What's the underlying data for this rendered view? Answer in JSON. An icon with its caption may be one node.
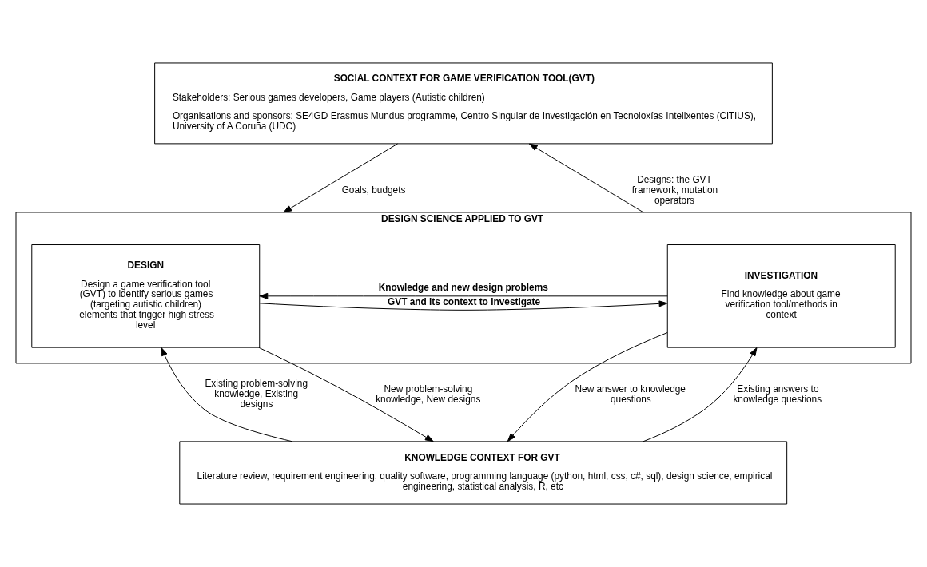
{
  "diagram": {
    "nodes": [
      {
        "text": [
          "SOCIAL CONTEXT FOR GAME VERIFICATION TOOL(GVT)",
          "Stakeholders: Serious games developers, Game players (Autistic children)",
          "Organisations and sponsors: SE4GD Erasmus Mundus programme, Centro Singular de Investigación en Tecnoloxías Intelixentes (CiTIUS), University of A Coruña (UDC)"
        ]
      },
      {
        "text": [
          "DESIGN SCIENCE APPLIED TO GVT"
        ]
      },
      {
        "text": [
          "DESIGN",
          "Design a game verification tool (GVT) to identify serious games (targeting autistic children) elements that trigger high stress level"
        ],
        "in": 1
      },
      {
        "text": [
          "INVESTIGATION",
          "Find knowledge about game verification tool/methods in context"
        ],
        "in": 1
      },
      {
        "text": [
          "KNOWLEDGE CONTEXT FOR GVT",
          "Literature review, requirement engineering, quality software, programming language (python, html, css, c#, sql), design science, empirical engineering, statistical analysis, R, etc"
        ]
      }
    ],
    "edges": [
      {
        "from": 0,
        "to": 1,
        "arrow": "to",
        "label": "Goals, budgets"
      },
      {
        "from": 1,
        "to": 0,
        "arrow": "to",
        "label": "Designs: the GVT framework, mutation operators"
      },
      {
        "from": 2,
        "to": 3,
        "arrow": "to",
        "label": "GVT and its context to investigate"
      },
      {
        "from": 3,
        "to": 2,
        "arrow": "to",
        "label": "Knowledge and new design problems"
      },
      {
        "from": 4,
        "to": 2,
        "arrow": "to",
        "label": "Existing problem-solving knowledge, Existing designs"
      },
      {
        "from": 2,
        "to": 4,
        "arrow": "to",
        "label": "New problem-solving knowledge, New designs"
      },
      {
        "from": 4,
        "to": 3,
        "arrow": "to",
        "label": "Existing answers to knowledge questions"
      },
      {
        "from": 3,
        "to": 4,
        "arrow": "to",
        "label": "New answer to knowledge questions"
      }
    ]
  }
}
